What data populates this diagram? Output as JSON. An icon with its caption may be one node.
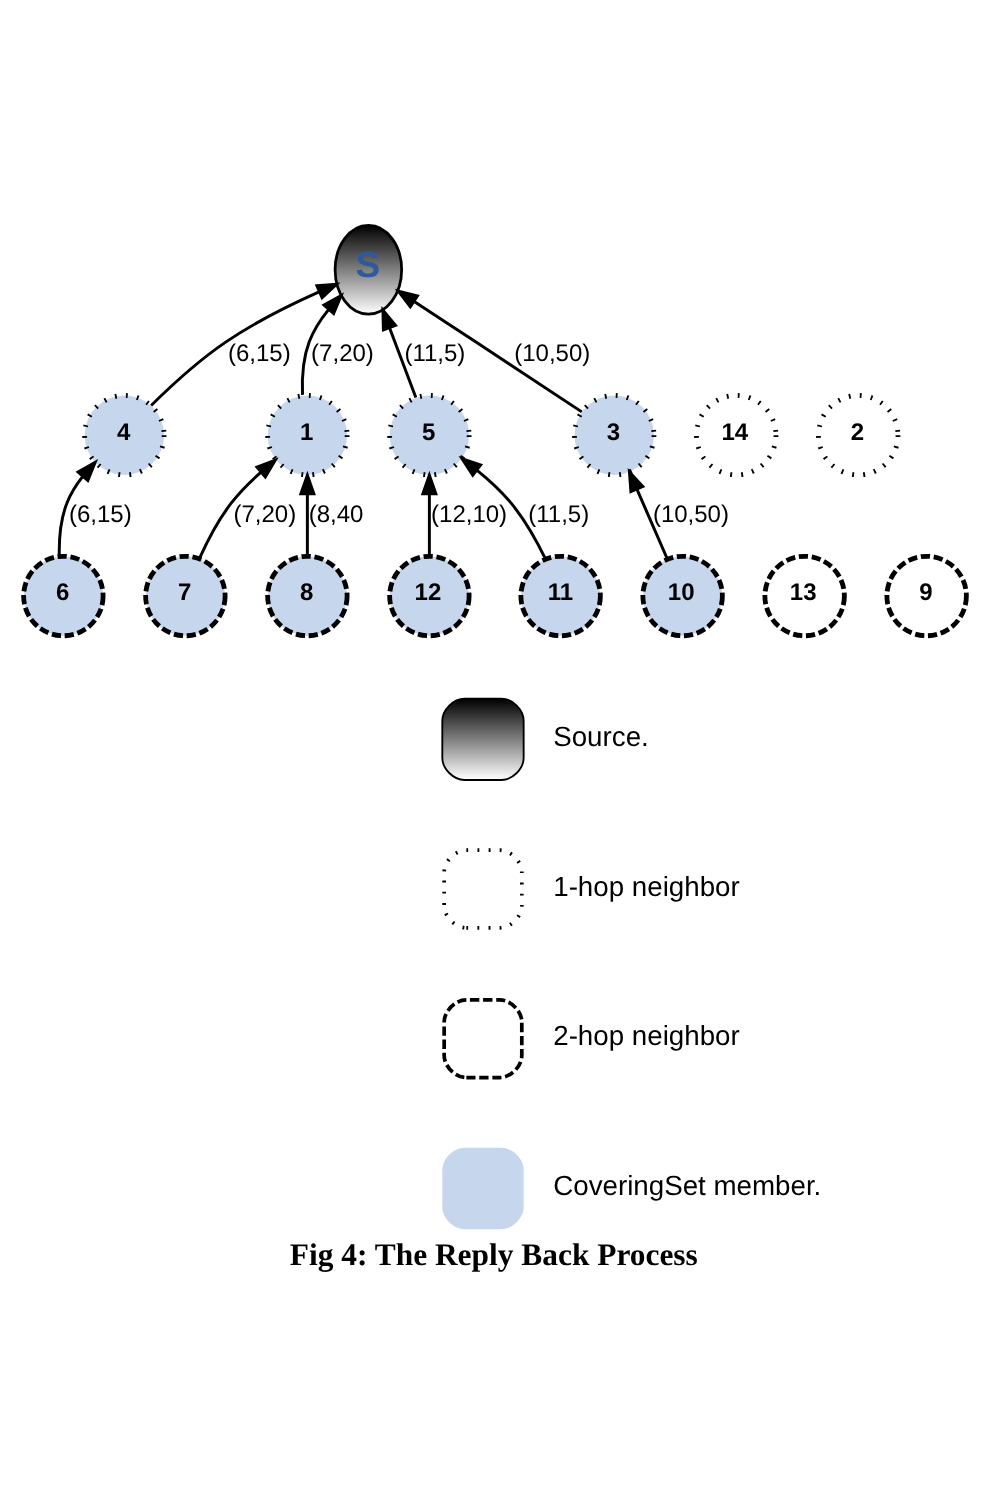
{
  "diagram": {
    "caption": "Fig 4: The Reply Back Process",
    "nodes": [
      {
        "text": [
          "6"
        ]
      },
      {
        "text": [
          "14"
        ]
      },
      {
        "text": [
          "4"
        ]
      },
      {
        "text": [
          "12"
        ]
      },
      {
        "text": [
          "7"
        ]
      },
      {
        "text": [
          "1"
        ]
      },
      {
        "text": [
          "S"
        ]
      },
      {
        "text": [
          "5"
        ]
      },
      {
        "text": [
          "13"
        ]
      },
      {
        "text": [
          "8"
        ]
      },
      {
        "text": [
          "2"
        ]
      },
      {
        "text": [
          "3"
        ]
      },
      {
        "text": [
          "11"
        ]
      },
      {
        "text": [
          "9"
        ]
      },
      {
        "text": [
          "10"
        ]
      }
    ],
    "edges": [
      {
        "from": 0,
        "to": 2,
        "arrow": "to",
        "label": "(6,15)"
      },
      {
        "from": 2,
        "to": 6,
        "arrow": "to",
        "label": "(6,15)"
      },
      {
        "from": 4,
        "to": 5,
        "arrow": "to",
        "label": "(7,20)"
      },
      {
        "from": 3,
        "to": 7,
        "arrow": "to",
        "label": "(12,10)"
      },
      {
        "from": 5,
        "to": 6,
        "arrow": "to",
        "label": "(7,20)"
      },
      {
        "from": 7,
        "to": 6,
        "arrow": "to",
        "label": "(11,5)"
      },
      {
        "from": 9,
        "to": 5,
        "arrow": "to",
        "label": "(8,40"
      },
      {
        "from": 11,
        "to": 6,
        "arrow": "to",
        "label": "(10,50)"
      },
      {
        "from": 12,
        "to": 7,
        "arrow": "to",
        "label": "(11,5)"
      },
      {
        "from": 14,
        "to": 11,
        "arrow": "to",
        "label": "(10,50)"
      }
    ],
    "legend": [
      {
        "text": "Source."
      },
      {
        "text": "1-hop neighbor"
      },
      {
        "text": "2-hop neighbor"
      },
      {
        "text": "CoveringSet member.",
        "color": "#c6d6ec"
      }
    ]
  }
}
